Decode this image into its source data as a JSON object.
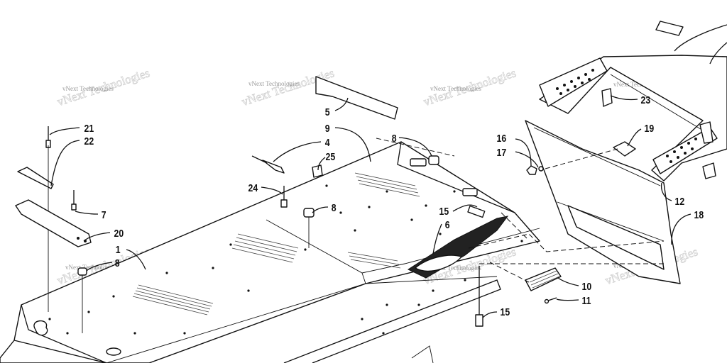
{
  "diagram": {
    "callouts": [
      {
        "id": "c21",
        "label": "21"
      },
      {
        "id": "c22",
        "label": "22"
      },
      {
        "id": "c7",
        "label": "7"
      },
      {
        "id": "c20",
        "label": "20"
      },
      {
        "id": "c1",
        "label": "1"
      },
      {
        "id": "c8a",
        "label": "8"
      },
      {
        "id": "c5",
        "label": "5"
      },
      {
        "id": "c9",
        "label": "9"
      },
      {
        "id": "c4",
        "label": "4"
      },
      {
        "id": "c25",
        "label": "25"
      },
      {
        "id": "c24",
        "label": "24"
      },
      {
        "id": "c8b",
        "label": "8"
      },
      {
        "id": "c8c",
        "label": "8"
      },
      {
        "id": "c15a",
        "label": "15"
      },
      {
        "id": "c6",
        "label": "6"
      },
      {
        "id": "c16",
        "label": "16"
      },
      {
        "id": "c17",
        "label": "17"
      },
      {
        "id": "c19",
        "label": "19"
      },
      {
        "id": "c23",
        "label": "23"
      },
      {
        "id": "c12",
        "label": "12"
      },
      {
        "id": "c18",
        "label": "18"
      },
      {
        "id": "c10",
        "label": "10"
      },
      {
        "id": "c11",
        "label": "11"
      },
      {
        "id": "c15b",
        "label": "15"
      }
    ],
    "watermark": "vNext Technologies"
  }
}
